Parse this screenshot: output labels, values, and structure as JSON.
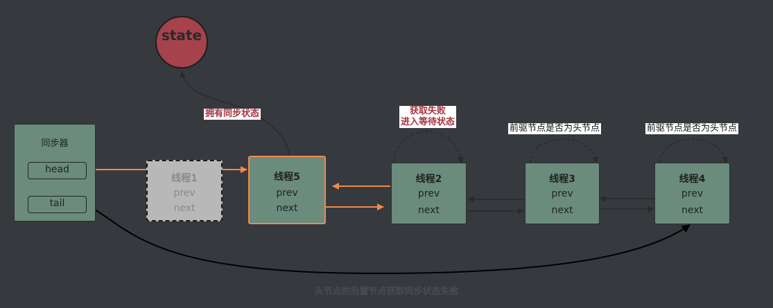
{
  "state": {
    "label": "state"
  },
  "sync": {
    "title": "同步器",
    "head": "head",
    "tail": "tail"
  },
  "nodes": {
    "n1": {
      "title": "线程1",
      "prev": "prev",
      "next": "next"
    },
    "n5": {
      "title": "线程5",
      "prev": "prev",
      "next": "next"
    },
    "n2": {
      "title": "线程2",
      "prev": "prev",
      "next": "next"
    },
    "n3": {
      "title": "线程3",
      "prev": "prev",
      "next": "next"
    },
    "n4": {
      "title": "线程4",
      "prev": "prev",
      "next": "next"
    }
  },
  "labels": {
    "own_state": "拥有同步状态",
    "fail_line1": "获取失败",
    "fail_line2": "进入等待状态",
    "pred_head_1": "前驱节点是否为头节点",
    "pred_head_2": "前驱节点是否为头节点"
  },
  "caption": "头节点的后置节点获取同步状态失败",
  "colors": {
    "background": "#36393d",
    "node_fill": "#6b8b7d",
    "highlight": "#f08a4b",
    "state_fill": "#a6424c",
    "label_red": "#a7333f"
  }
}
